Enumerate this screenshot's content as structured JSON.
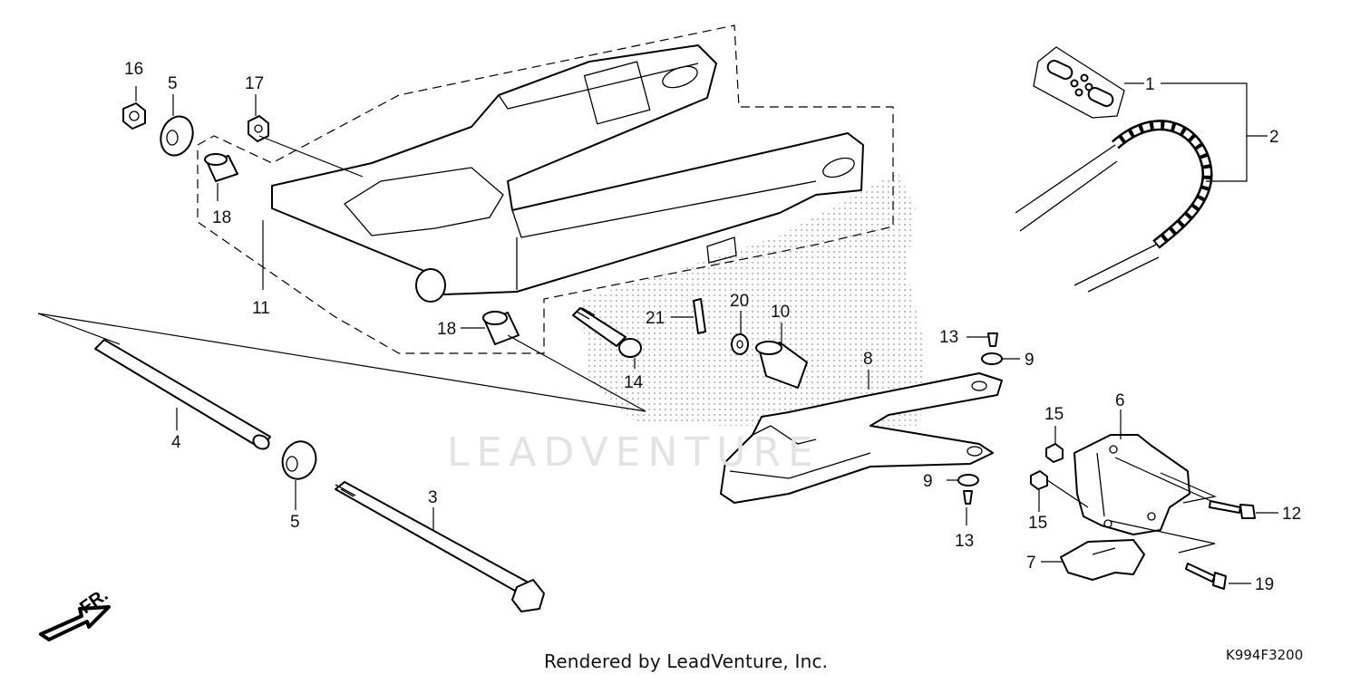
{
  "diagram": {
    "callouts": {
      "c1": "1",
      "c2": "2",
      "c3": "3",
      "c4": "4",
      "c5a": "5",
      "c5b": "5",
      "c6": "6",
      "c7": "7",
      "c8": "8",
      "c9a": "9",
      "c9b": "9",
      "c10": "10",
      "c11": "11",
      "c12": "12",
      "c13a": "13",
      "c13b": "13",
      "c14": "14",
      "c15a": "15",
      "c15b": "15",
      "c16": "16",
      "c17": "17",
      "c18a": "18",
      "c18b": "18",
      "c19": "19",
      "c20": "20",
      "c21": "21"
    },
    "front_marker": "FR.",
    "watermark": "LEADVENTURE",
    "footer": "Rendered by LeadVenture, Inc.",
    "diagram_code": "K994F3200"
  }
}
